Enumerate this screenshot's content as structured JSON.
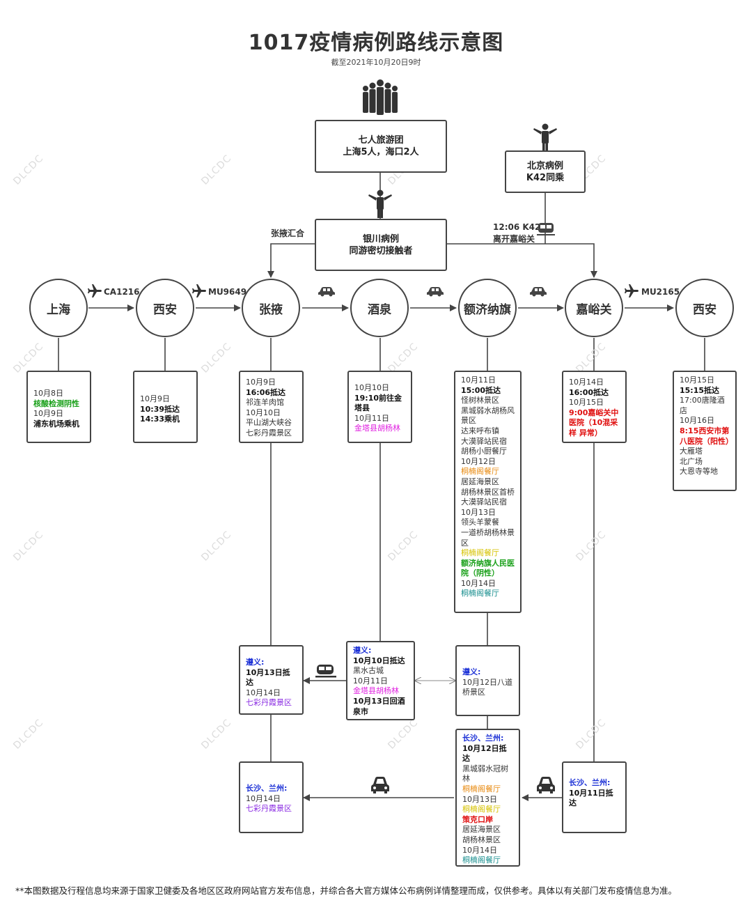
{
  "title": "1017疫情病例路线示意图",
  "subtitle": "截至2021年10月20日9时",
  "watermark": "DLCDC",
  "top_boxes": {
    "tour_group": {
      "line1": "七人旅游团",
      "line2": "上海5人，海口2人"
    },
    "beijing_case": {
      "line1": "北京病例",
      "line2": "K42同乘"
    },
    "yinchuan_case": {
      "line1": "银川病例",
      "line2": "同游密切接触者"
    }
  },
  "labels": {
    "zhangye_merge": "张掖汇合",
    "train_k42_time": "12:06  K42",
    "train_k42_leave": "离开嘉峪关",
    "flight_ca1216": "CA1216",
    "flight_mu9649": "MU9649",
    "flight_mu2165": "MU2165"
  },
  "cities": [
    "上海",
    "西安",
    "张掖",
    "酒泉",
    "额济纳旗",
    "嘉峪关",
    "西安"
  ],
  "details": {
    "shanghai": [
      {
        "t": "10月8日",
        "c": ""
      },
      {
        "t": "核酸检测阴性",
        "c": "green"
      },
      {
        "t": "10月9日",
        "c": ""
      },
      {
        "t": "浦东机场乘机",
        "c": "b"
      }
    ],
    "xian1": [
      {
        "t": "10月9日",
        "c": ""
      },
      {
        "t": "10:39抵达",
        "c": "b"
      },
      {
        "t": "14:33乘机",
        "c": "b"
      }
    ],
    "zhangye": [
      {
        "t": "10月9日",
        "c": ""
      },
      {
        "t": "16:06抵达",
        "c": "b"
      },
      {
        "t": "祁连羊肉馆",
        "c": ""
      },
      {
        "t": "10月10日",
        "c": ""
      },
      {
        "t": "平山湖大峡谷",
        "c": ""
      },
      {
        "t": "七彩丹霞景区",
        "c": ""
      }
    ],
    "jiuquan": [
      {
        "t": "10月10日",
        "c": ""
      },
      {
        "t": "19:10前往金塔县",
        "c": "b"
      },
      {
        "t": "10月11日",
        "c": ""
      },
      {
        "t": "金塔县胡杨林",
        "c": "mag"
      }
    ],
    "ejina": [
      {
        "t": "10月11日",
        "c": ""
      },
      {
        "t": "15:00抵达",
        "c": "b"
      },
      {
        "t": "怪树林景区",
        "c": ""
      },
      {
        "t": "黑城弱水胡杨风景区",
        "c": ""
      },
      {
        "t": "达来呼布镇",
        "c": ""
      },
      {
        "t": "大漠驿站民宿",
        "c": ""
      },
      {
        "t": "胡杨小厨餐厅",
        "c": ""
      },
      {
        "t": "10月12日",
        "c": ""
      },
      {
        "t": "桐楠阁餐厅",
        "c": "orange"
      },
      {
        "t": "居延海景区",
        "c": ""
      },
      {
        "t": "胡杨林景区首桥",
        "c": ""
      },
      {
        "t": "大漠驿站民宿",
        "c": ""
      },
      {
        "t": "10月13日",
        "c": ""
      },
      {
        "t": "领头羊蒙餐",
        "c": ""
      },
      {
        "t": "一道桥胡杨林景区",
        "c": ""
      },
      {
        "t": "桐楠阁餐厅",
        "c": "gold"
      },
      {
        "t": "额济纳旗人民医院（阴性）",
        "c": "green"
      },
      {
        "t": "10月14日",
        "c": ""
      },
      {
        "t": "桐楠阁餐厅",
        "c": "teal"
      }
    ],
    "jiayuguan": [
      {
        "t": "10月14日",
        "c": ""
      },
      {
        "t": "16:00抵达",
        "c": "b"
      },
      {
        "t": "10月15日",
        "c": ""
      },
      {
        "t": "9:00嘉峪关中医院（10混采样 异常）",
        "c": "red"
      }
    ],
    "xian2": [
      {
        "t": "10月15日",
        "c": ""
      },
      {
        "t": "15:15抵达",
        "c": "b"
      },
      {
        "t": "17:00唐隆酒店",
        "c": ""
      },
      {
        "t": "10月16日",
        "c": ""
      },
      {
        "t": "8:15西安市第八医院（阳性）",
        "c": "red"
      },
      {
        "t": "大雁塔",
        "c": ""
      },
      {
        "t": "北广场",
        "c": ""
      },
      {
        "t": "大恩寺等地",
        "c": ""
      }
    ]
  },
  "lower": {
    "zunyi_left": [
      {
        "t": "遵义:",
        "c": "blue"
      },
      {
        "t": "10月13日抵达",
        "c": "b"
      },
      {
        "t": "10月14日",
        "c": ""
      },
      {
        "t": "七彩丹霞景区",
        "c": "purple"
      }
    ],
    "zunyi_mid": [
      {
        "t": "遵义:",
        "c": "blue"
      },
      {
        "t": "10月10日抵达",
        "c": "b"
      },
      {
        "t": "黑水古城",
        "c": ""
      },
      {
        "t": "10月11日",
        "c": ""
      },
      {
        "t": "金塔县胡杨林",
        "c": "mag"
      },
      {
        "t": "10月13日回酒泉市",
        "c": "b"
      }
    ],
    "zunyi_right": [
      {
        "t": "遵义:",
        "c": "blue"
      },
      {
        "t": "10月12日八道桥景区",
        "c": ""
      }
    ],
    "cs_left": [
      {
        "t": "长沙、兰州:",
        "c": "blue"
      },
      {
        "t": "10月14日",
        "c": ""
      },
      {
        "t": "七彩丹霞景区",
        "c": "purple"
      }
    ],
    "cs_mid": [
      {
        "t": "长沙、兰州:",
        "c": "blue"
      },
      {
        "t": "10月12日抵达",
        "c": "b"
      },
      {
        "t": "黑城弱水冠树林",
        "c": ""
      },
      {
        "t": "桐楠阁餐厅",
        "c": "orange"
      },
      {
        "t": "10月13日",
        "c": ""
      },
      {
        "t": "桐楠阁餐厅",
        "c": "gold"
      },
      {
        "t": "策克口岸",
        "c": "red"
      },
      {
        "t": "居延海景区",
        "c": ""
      },
      {
        "t": "胡杨林景区",
        "c": ""
      },
      {
        "t": "10月14日",
        "c": ""
      },
      {
        "t": "桐楠阁餐厅",
        "c": "teal"
      }
    ],
    "cs_right": [
      {
        "t": "长沙、兰州:",
        "c": "blue"
      },
      {
        "t": "10月11日抵达",
        "c": "b"
      }
    ]
  },
  "footer": "**本图数据及行程信息均来源于国家卫健委及各地区区政府网站官方发布信息，并综合各大官方媒体公布病例详情整理而成，仅供参考。具体以有关部门发布疫情信息为准。"
}
